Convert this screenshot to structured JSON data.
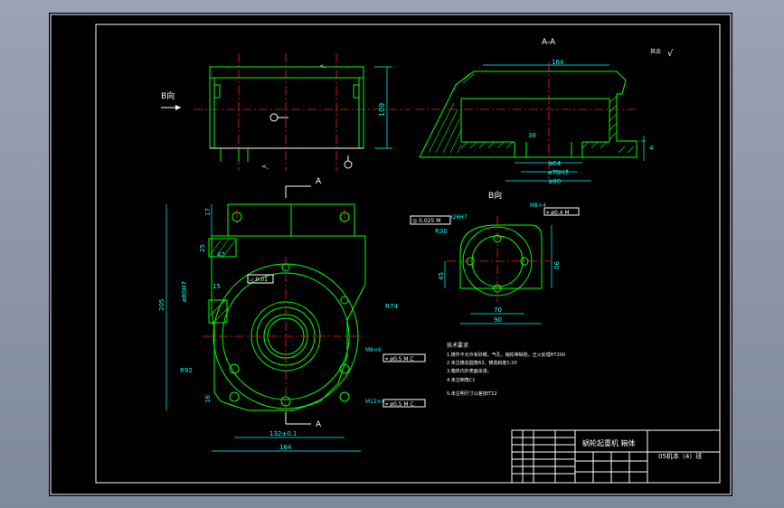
{
  "drawing": {
    "section_label": "A-A",
    "view_b_label": "B向",
    "view_b_arrow_label": "B向",
    "view_a_arrow_top": "A",
    "view_a_arrow_bottom": "A",
    "roughness_note": "其余",
    "roughness_symbol": "√",
    "title_block": {
      "part_name": "蜗轮起重机 箱体",
      "scale_text": "05机本（4）班"
    },
    "tech_notes": [
      "技术要求",
      "1.铸件不允许有砂眼、气孔、缩松等缺陷，正火处理HT200",
      "2.未注铸造圆角R3，铸造斜度1:20",
      "3.箱体内外表面涂漆。",
      "4.未注倒角C1",
      "5.未注明尺寸公差按IT12"
    ],
    "dimensions": {
      "top_height": "109",
      "section_width": "164",
      "section_bore1": "ø64",
      "section_bore2": "ø78H7",
      "section_outer": "ø90",
      "section_step": "36",
      "section_right": "4",
      "front_17": "17",
      "front_25": "25",
      "front_42": "42",
      "front_15": "15",
      "front_bore": "ø80H7",
      "front_height": "205",
      "front_R74": "R74",
      "front_R92": "R92",
      "front_16": "16",
      "front_132": "132±0.1",
      "front_164": "164",
      "front_holes1": "M8×6",
      "front_holes2": "M12×4",
      "front_tol1": "⌖ ø0.5 M C",
      "front_tol2": "⌖ ø0.5 M C",
      "front_flat": "⏥ 0.01",
      "b_R30": "R30",
      "b_bore": "ø26H7",
      "b_flat": "◎ 0.025 M",
      "b_holes": "M8×4",
      "b_tol": "⌖ ø0.4 M",
      "b_45": "45",
      "b_90v": "90",
      "b_70": "70",
      "b_90": "90"
    }
  }
}
